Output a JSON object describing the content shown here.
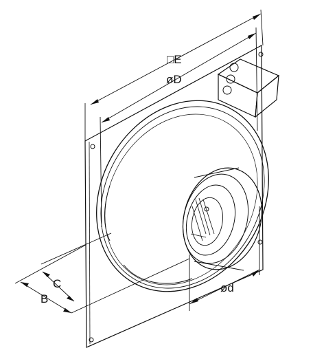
{
  "labels": {
    "square_side": "□E",
    "outer_diameter": "øD",
    "inner_diameter": "ød",
    "dim_b": "B",
    "dim_c": "C"
  }
}
